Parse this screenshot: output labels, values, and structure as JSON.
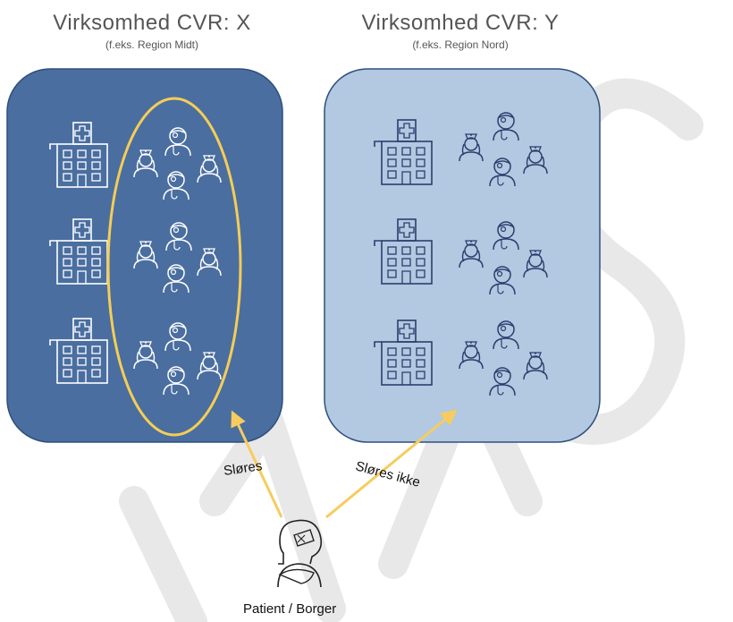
{
  "orgs": {
    "left": {
      "title": "Virksomhed CVR: X",
      "subtitle": "(f.eks. Region Midt)",
      "box_color": "#4a6ea0"
    },
    "right": {
      "title": "Virksomhed CVR: Y",
      "subtitle": "(f.eks. Region Nord)",
      "box_color": "#b3c8e1"
    }
  },
  "arrows": {
    "left_label": "Sløres",
    "right_label": "Sløres ikke",
    "color": "#f7cc5e"
  },
  "patient": {
    "label": "Patient / Borger"
  },
  "watermark": "WAS",
  "icons": [
    "hospital-icon",
    "doctor-icon",
    "nurse-icon",
    "patient-icon"
  ],
  "colors": {
    "ellipse": "#f5cd56",
    "left_icons": "#ffffff",
    "right_icons": "#2a3f6e",
    "watermark": "#e6e6e6"
  }
}
